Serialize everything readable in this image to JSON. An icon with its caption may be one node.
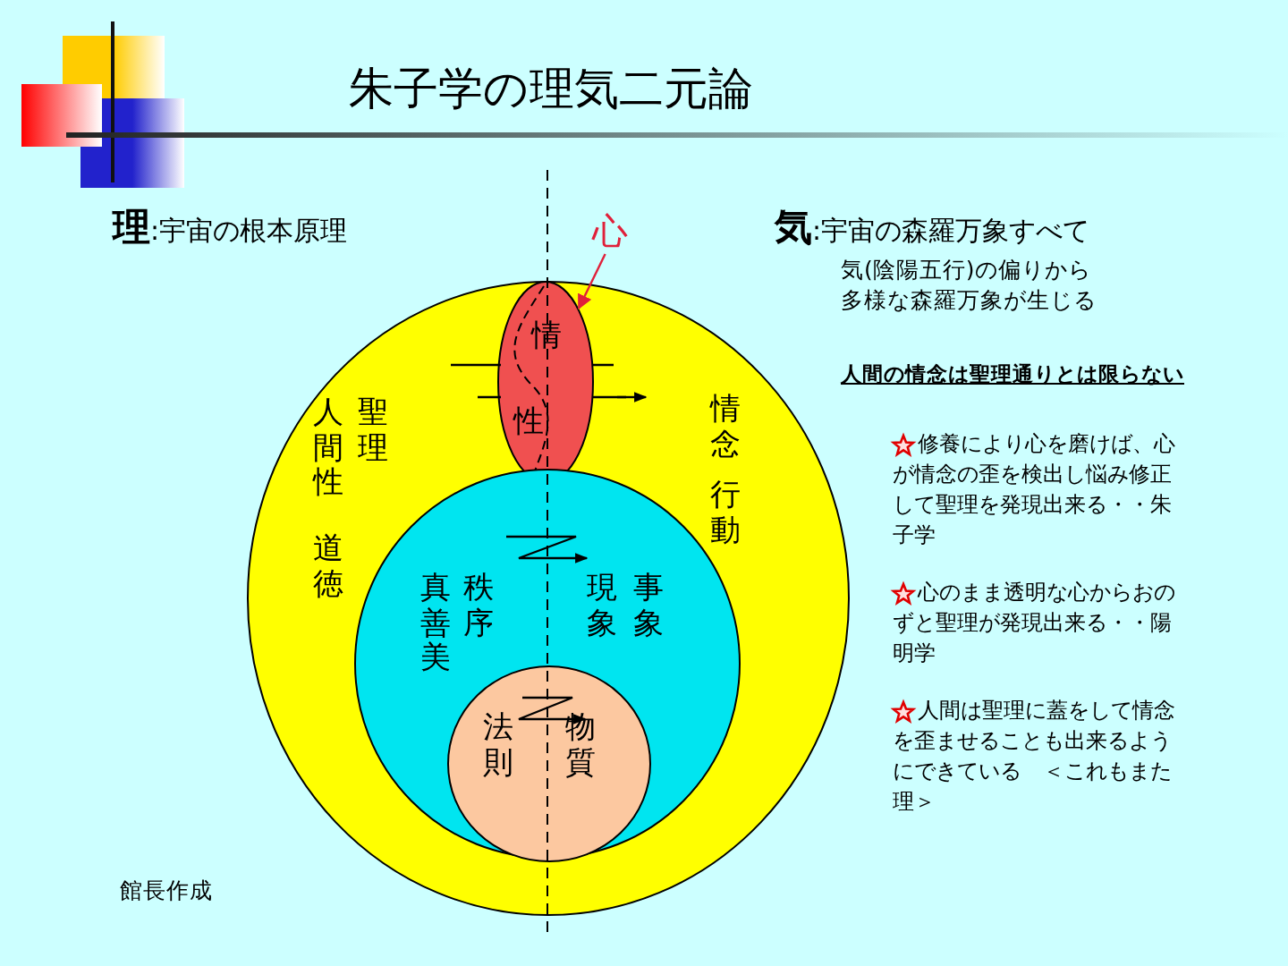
{
  "diagram": {
    "title": "朱子学の理気二元論",
    "nodes": [
      {
        "text": [
          "人間性",
          "聖理",
          "道徳",
          "情念",
          "行動"
        ]
      },
      {
        "text": [
          "情",
          "性"
        ],
        "in": 0
      },
      {
        "text": [
          "真善美",
          "秩序",
          "現象",
          "事象"
        ],
        "in": 0
      },
      {
        "text": [
          "法則",
          "物質"
        ],
        "in": 2
      },
      {
        "text": [
          "心"
        ]
      }
    ],
    "edges": [
      {
        "from": 4,
        "to": 1,
        "arrow": "to",
        "color": "#e0203a"
      }
    ],
    "labels": [
      "**理**:宇宙の根本原理",
      "**気**:宇宙の森羅万象すべて",
      "気(陰陽五行)の偏りから多様な森羅万象が生じる",
      "人間の情念は聖理通りとは限らない",
      "修養により心を磨けば、心が情念の歪を検出し悩み修正して聖理を発現出来る・・朱子学",
      "心のまま透明な心からおのずと聖理が発現出来る・・陽明学",
      "人間は聖理に蓋をして情念を歪ませることも出来るようにできている　＜これもまた理＞",
      "館長作成"
    ]
  }
}
